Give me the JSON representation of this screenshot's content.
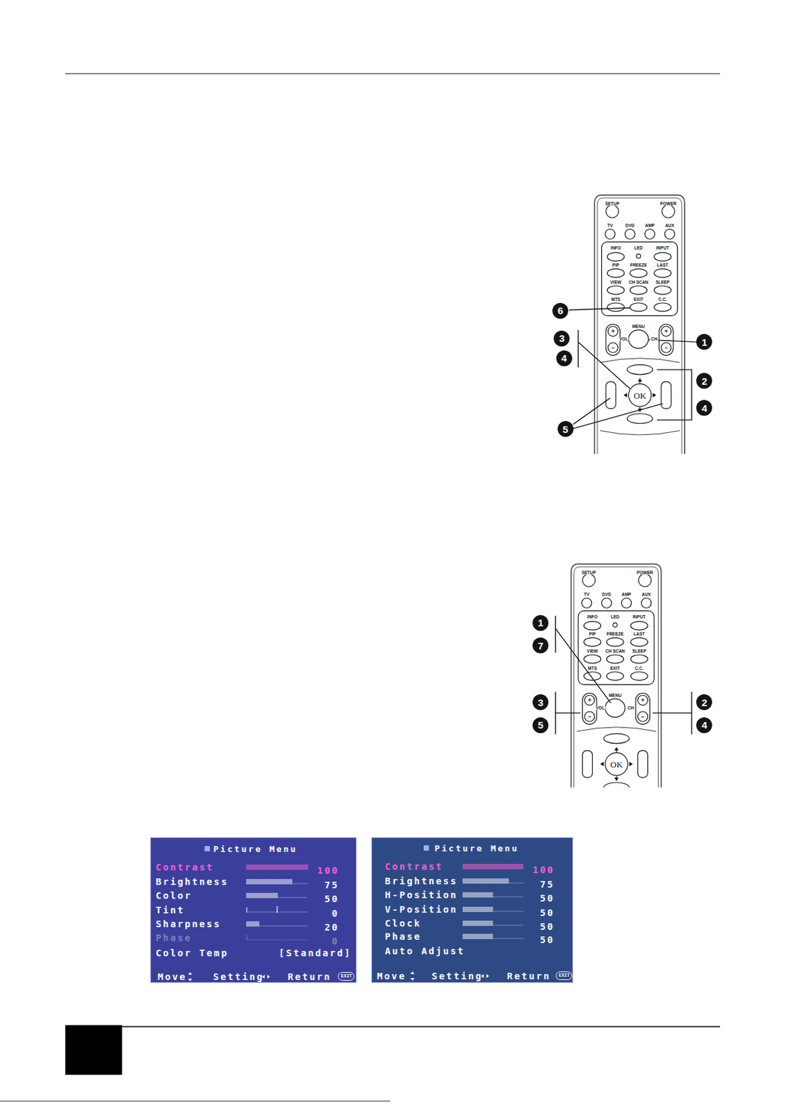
{
  "diagram": {
    "nodes": [
      {
        "text": [
          "Picture Menu",
          "Contrast",
          "100",
          "Brightness",
          "75",
          "Color",
          "50",
          "Tint",
          "0",
          "Sharpness",
          "20",
          "Phase",
          "0",
          "Color Temp",
          "[Standard]",
          "Move",
          "Setting",
          "Return",
          "EXIT"
        ]
      },
      {
        "text": [
          "Picture Menu",
          "Contrast",
          "100",
          "Brightness",
          "75",
          "H-Position",
          "50",
          "V-Position",
          "50",
          "Clock",
          "50",
          "Phase",
          "50",
          "Auto Adjust",
          "Move",
          "Setting",
          "Return",
          "EXIT"
        ]
      }
    ],
    "labels": [
      "SETUP",
      "POWER",
      "TV",
      "DVD",
      "AMP",
      "AUX",
      "INFO",
      "LED",
      "INPUT",
      "PIP",
      "FREEZE",
      "LAST",
      "VIEW",
      "CH SCAN",
      "SLEEP",
      "MTS",
      "EXIT",
      "C.C.",
      "MENU",
      "VOL",
      "CH",
      "+",
      "−",
      "+",
      "−",
      "OK",
      "6",
      "3",
      "4",
      "1",
      "2",
      "4",
      "5",
      "SETUP",
      "POWER",
      "TV",
      "DVD",
      "AMP",
      "AUX",
      "INFO",
      "LED",
      "INPUT",
      "PIP",
      "FREEZE",
      "LAST",
      "VIEW",
      "CH SCAN",
      "SLEEP",
      "MTS",
      "EXIT",
      "C.C.",
      "MENU",
      "VOL",
      "CH",
      "+",
      "−",
      "+",
      "−",
      "OK",
      "1",
      "7",
      "3",
      "5",
      "2",
      "4"
    ]
  }
}
